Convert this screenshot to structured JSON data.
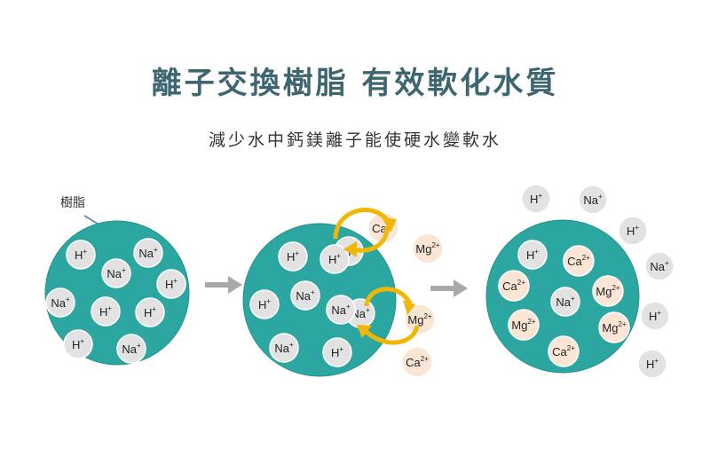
{
  "title": "離子交換樹脂 有效軟化水質",
  "subtitle": "減少水中鈣鎂離子能使硬水變軟水",
  "resin_label": "樹脂",
  "ions": {
    "h": {
      "base": "H",
      "sup": "+"
    },
    "na": {
      "base": "Na",
      "sup": "+"
    },
    "ca": {
      "base": "Ca",
      "sup": "2+"
    },
    "mg": {
      "base": "Mg",
      "sup": "2+"
    }
  },
  "colors": {
    "resin": "#2ba6a0",
    "resin_stroke": "#22918b",
    "ion_gray": "#e2e2e2",
    "ion_peach": "#fbe6d6",
    "arrow_gray": "#a9a9a9",
    "cycle_arrow": "#f2b705",
    "title": "#3d6670"
  }
}
